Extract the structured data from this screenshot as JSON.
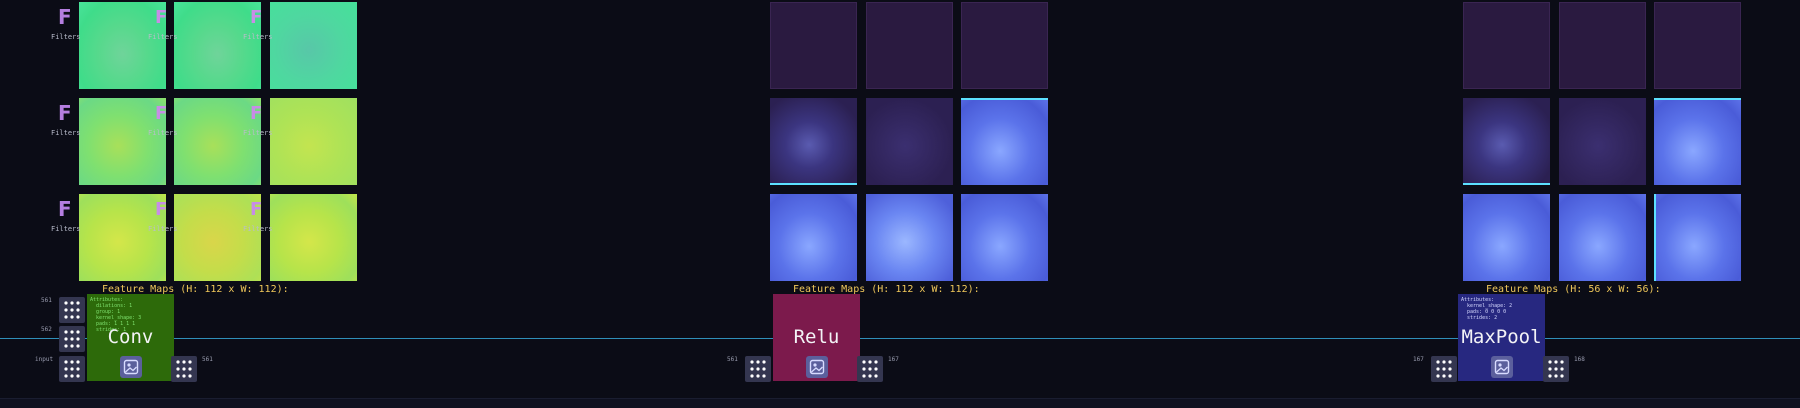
{
  "filters_label": "Filters",
  "f_letter": "F",
  "feature_maps": {
    "conv": "Feature Maps (H: 112 x W: 112):",
    "relu": "Feature Maps (H: 112 x W: 112):",
    "pool": "Feature Maps (H: 56 x W: 56):"
  },
  "nodes": {
    "conv": {
      "title": "Conv",
      "attributes": "Attributes:\n  dilations: 1\n  group: 1\n  kernel_shape: 3\n  pads: 1 1 1 1\n  strides: 1"
    },
    "relu": {
      "title": "Relu"
    },
    "pool": {
      "title": "MaxPool",
      "attributes": "Attributes:\n  kernel_shape: 2\n  pads: 0 0 0 0\n  strides: 2"
    }
  },
  "ports": {
    "conv_in_1": "561",
    "conv_in_2": "562",
    "conv_in_3": "input",
    "conv_out": "561",
    "relu_in": "561",
    "relu_out": "167",
    "pool_in": "167",
    "pool_out": "168"
  },
  "colors": {
    "background": "#0b0c16",
    "conv_node": "#2d6a0a",
    "relu_node": "#7c1a4c",
    "pool_node": "#272880",
    "feature_label": "#f0c85a",
    "connection_line": "#2f8fb9"
  },
  "icons": {
    "filter_badge": "f-letter-icon",
    "port": "dot-grid-icon",
    "image_button": "image-icon"
  }
}
